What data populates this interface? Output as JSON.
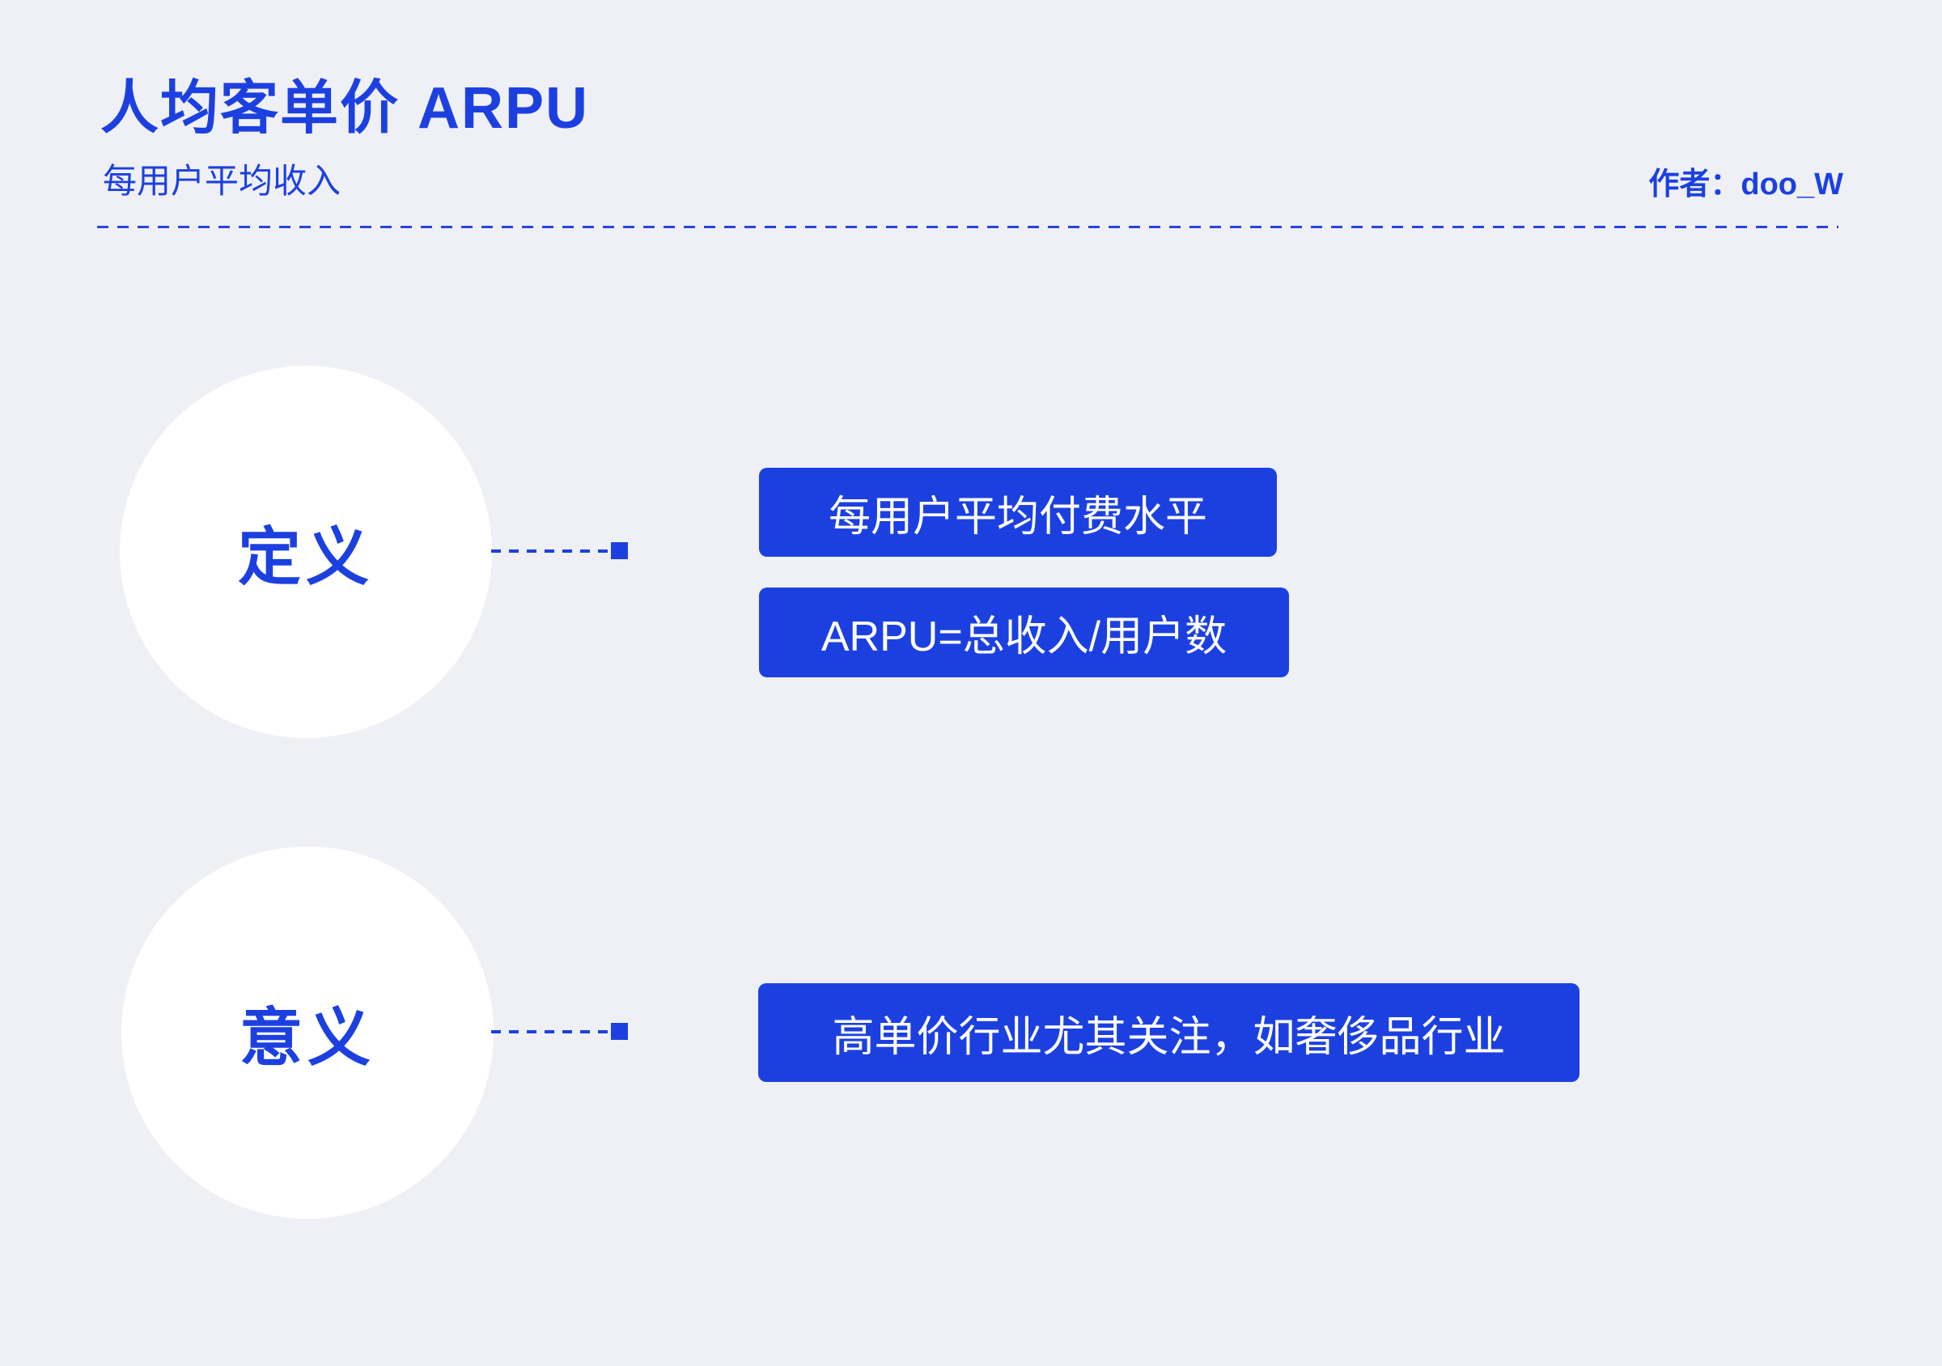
{
  "colors": {
    "accent": "#1C40E0",
    "background": "#EFF0F6",
    "circle_background": "#FFFFFF",
    "box_text": "#FFFFFF"
  },
  "header": {
    "title": "人均客单价 ARPU",
    "subtitle": "每用户平均收入",
    "author": "作者：doo_W"
  },
  "sections": [
    {
      "label": "定义",
      "boxes": [
        "每用户平均付费水平",
        "ARPU=总收入/用户数"
      ]
    },
    {
      "label": "意义",
      "boxes": [
        "高单价行业尤其关注，如奢侈品行业"
      ]
    }
  ]
}
